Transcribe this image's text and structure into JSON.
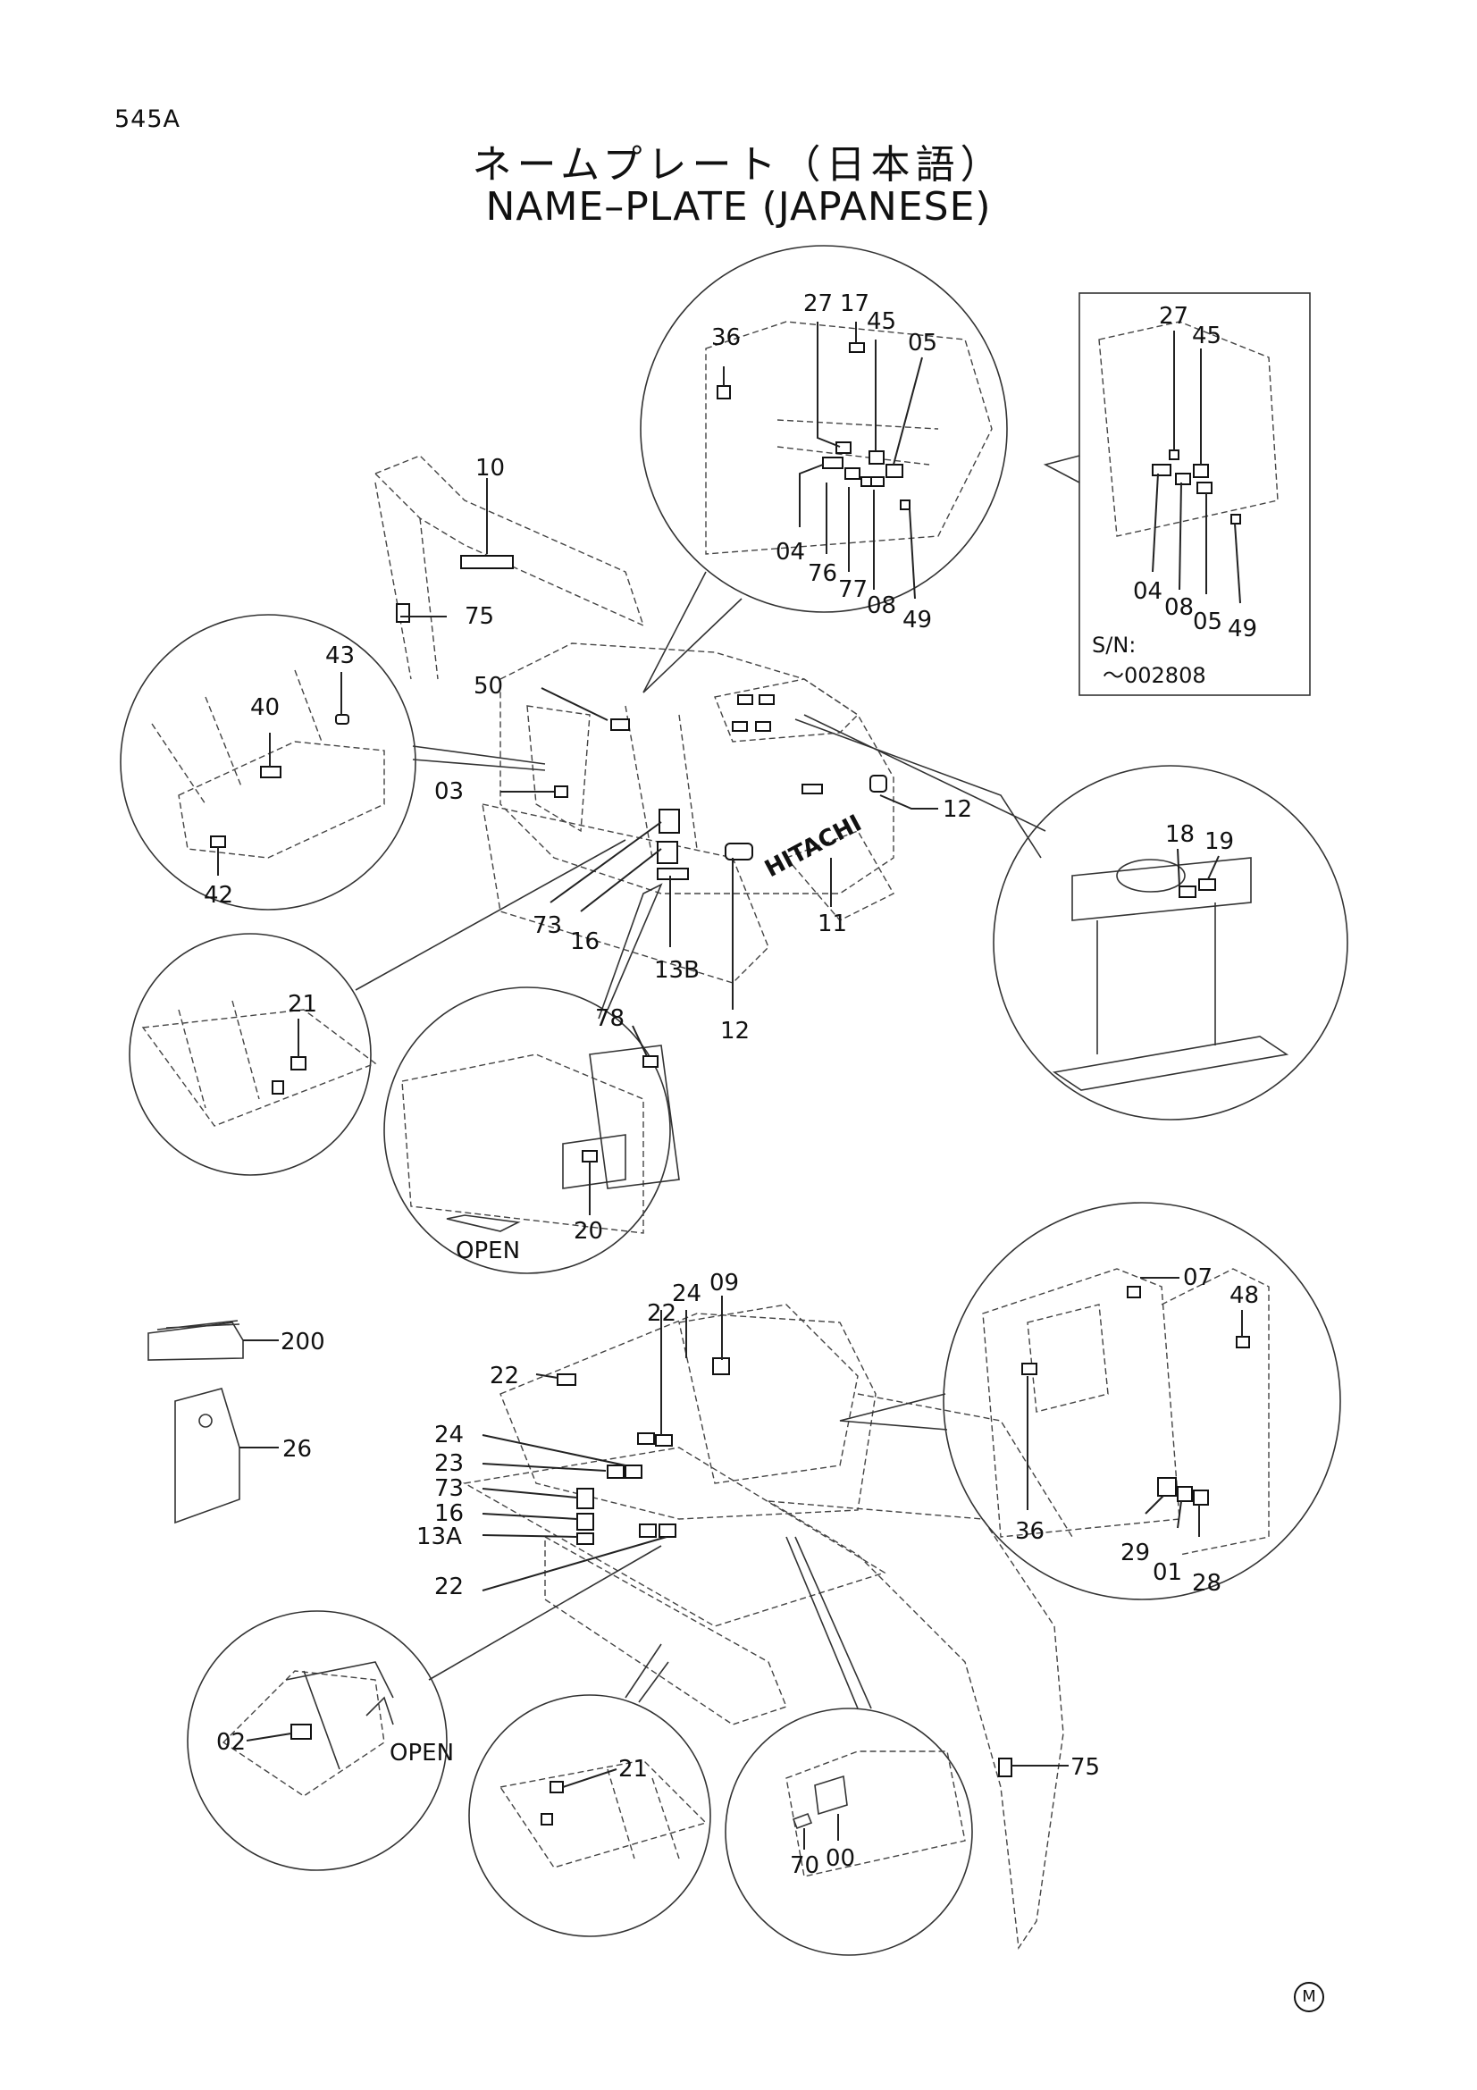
{
  "page_code": "545A",
  "title_jp": "ネームプレート（日本語）",
  "title_en": "NAME–PLATE (JAPANESE)",
  "serial_note": {
    "label": "S/N:",
    "range": "～002808"
  },
  "open_label": "OPEN",
  "logo_text": "HITACHI",
  "footer_mark": "M",
  "callouts": {
    "upper_machine": [
      "10",
      "75",
      "50",
      "03",
      "73",
      "16",
      "13B",
      "12",
      "11",
      "12"
    ],
    "cab_detail": [
      "36",
      "27",
      "17",
      "45",
      "05",
      "04",
      "76",
      "77",
      "08",
      "49"
    ],
    "cab_detail_sn": [
      "27",
      "45",
      "04",
      "08",
      "05",
      "49"
    ],
    "lever_detail": [
      "43",
      "40",
      "42"
    ],
    "radiator_detail": [
      "18",
      "19"
    ],
    "frame_detail_upper": [
      "21"
    ],
    "compartment_detail": [
      "78",
      "20"
    ],
    "loose_items": [
      "200",
      "26"
    ],
    "lower_machine": [
      "24",
      "09",
      "22",
      "22",
      "24",
      "23",
      "73",
      "16",
      "13A",
      "22",
      "75"
    ],
    "cab_interior_detail": [
      "07",
      "48",
      "36",
      "29",
      "01",
      "28"
    ],
    "cover_detail": [
      "02"
    ],
    "frame_detail_lower": [
      "21"
    ],
    "serial_plate_detail": [
      "70",
      "00"
    ]
  }
}
